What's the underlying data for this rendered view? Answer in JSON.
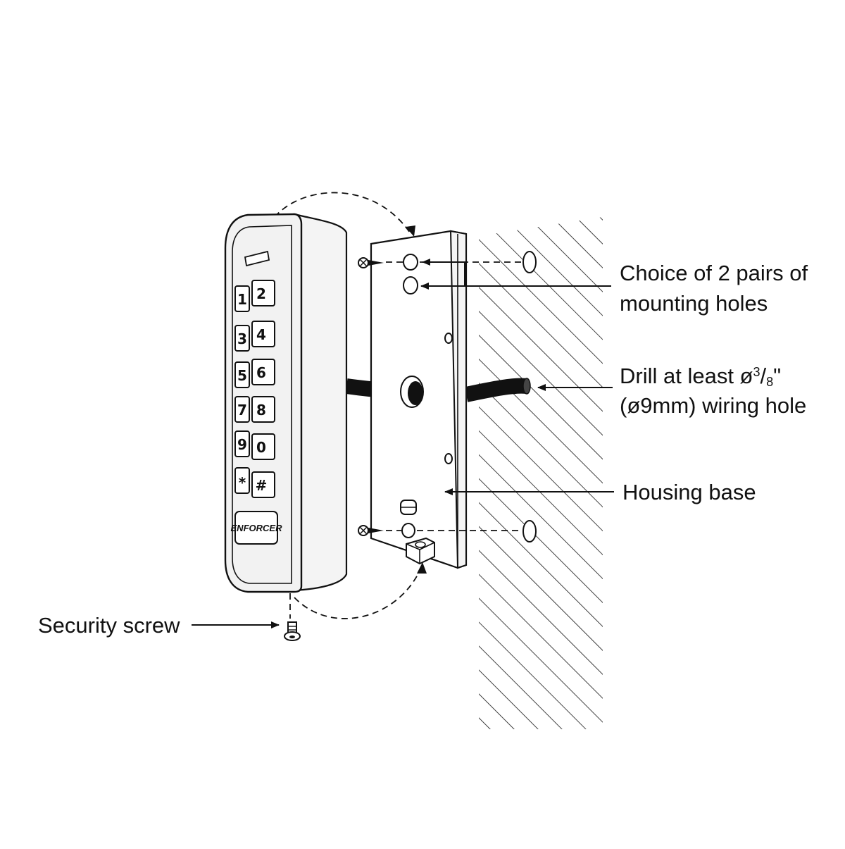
{
  "labels": {
    "mounting_holes_line1": "Choice of 2 pairs of",
    "mounting_holes_line2": "mounting holes",
    "drill_prefix": "Drill at least ø",
    "drill_sup": "3",
    "drill_slash": "/",
    "drill_sub": "8",
    "drill_suffix": "\"",
    "drill_line2": "(ø9mm) wiring hole",
    "housing_base": "Housing base",
    "security_screw": "Security screw"
  },
  "keypad": {
    "brand": "ENFORCER",
    "keys": [
      "1",
      "2",
      "3",
      "4",
      "5",
      "6",
      "7",
      "8",
      "9",
      "0",
      "*",
      "#"
    ]
  },
  "colors": {
    "ink": "#111111",
    "device_fill": "#f2f2f2",
    "key_fill": "#ffffff"
  }
}
